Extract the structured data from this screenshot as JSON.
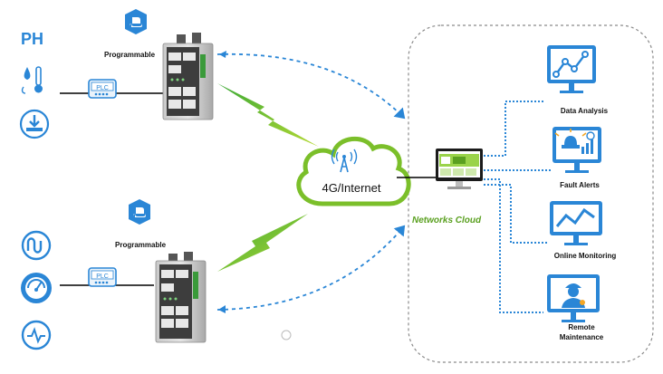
{
  "sensors_top": {
    "ph_label": "PH",
    "icons": [
      "ph-icon",
      "water-temperature-icon",
      "level-download-icon"
    ]
  },
  "sensors_bottom": {
    "icons": [
      "wave-sensor-icon",
      "pressure-gauge-icon",
      "pulse-meter-icon"
    ]
  },
  "plc_label": "PLC",
  "programmable_label": "Programmable",
  "cloud_label": "4G/Internet",
  "networks_cloud_label": "Networks Cloud",
  "features": [
    {
      "label": "Data   Analysis",
      "icon": "line-chart-icon"
    },
    {
      "label": "Fault   Alerts",
      "icon": "alarm-chart-icon"
    },
    {
      "label": "Online   Monitoring",
      "icon": "monitoring-chart-icon"
    },
    {
      "label": "Remote",
      "label2": "Maintenance",
      "icon": "engineer-icon"
    }
  ],
  "colors": {
    "blue": "#2a86d6",
    "green": "#8cc63f",
    "cloud_green": "#7bbf2a"
  }
}
